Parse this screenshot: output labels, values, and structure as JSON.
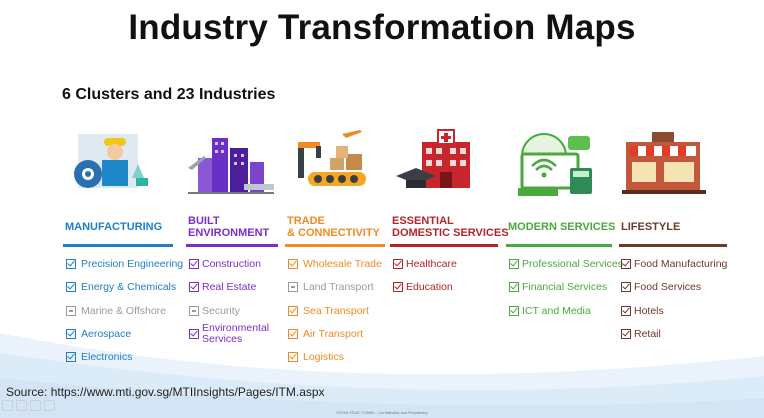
{
  "header": {
    "title": "Industry Transformation Maps",
    "subtitle": "6 Clusters and 23 Industries"
  },
  "colors": {
    "manufacturing": "#1f7ec4",
    "built": "#7b2fc9",
    "trade": "#f08a24",
    "essential": "#b2252a",
    "modern": "#4aa83f",
    "lifestyle": "#6a3a2a",
    "disabled": "#9a9a9a"
  },
  "clusters": [
    {
      "key": "manufacturing",
      "name_line1": "MANUFACTURING",
      "name_line2": "",
      "icon": "factory-worker-gear-icon",
      "items": [
        {
          "label": "Precision Engineering",
          "state": "check"
        },
        {
          "label": "Energy & Chemicals",
          "state": "check"
        },
        {
          "label": "Marine & Offshore",
          "state": "dash"
        },
        {
          "label": "Aerospace",
          "state": "check"
        },
        {
          "label": "Electronics",
          "state": "check"
        }
      ]
    },
    {
      "key": "built",
      "name_line1": "BUILT",
      "name_line2": "ENVIRONMENT",
      "icon": "city-buildings-crane-icon",
      "items": [
        {
          "label": "Construction",
          "state": "check"
        },
        {
          "label": "Real Estate",
          "state": "check"
        },
        {
          "label": "Security",
          "state": "dash"
        },
        {
          "label": "Environmental Services",
          "state": "check"
        }
      ]
    },
    {
      "key": "trade",
      "name_line1": "TRADE",
      "name_line2": "& CONNECTIVITY",
      "icon": "logistics-conveyor-plane-icon",
      "items": [
        {
          "label": "Wholesale Trade",
          "state": "check"
        },
        {
          "label": "Land Transport",
          "state": "dash"
        },
        {
          "label": "Sea Transport",
          "state": "check"
        },
        {
          "label": "Air Transport",
          "state": "check"
        },
        {
          "label": "Logistics",
          "state": "check"
        }
      ]
    },
    {
      "key": "essential",
      "name_line1": "ESSENTIAL",
      "name_line2": "DOMESTIC SERVICES",
      "icon": "hospital-graduation-cap-icon",
      "items": [
        {
          "label": "Healthcare",
          "state": "check"
        },
        {
          "label": "Education",
          "state": "check"
        }
      ]
    },
    {
      "key": "modern",
      "name_line1": "MODERN SERVICES",
      "name_line2": "",
      "icon": "globe-wifi-calculator-icon",
      "items": [
        {
          "label": "Professional Services",
          "state": "check"
        },
        {
          "label": "Financial Services",
          "state": "check"
        },
        {
          "label": "ICT and Media",
          "state": "check"
        }
      ]
    },
    {
      "key": "lifestyle",
      "name_line1": "LIFESTYLE",
      "name_line2": "",
      "icon": "shopfront-awning-icon",
      "items": [
        {
          "label": "Food Manufacturing",
          "state": "check"
        },
        {
          "label": "Food Services",
          "state": "check"
        },
        {
          "label": "Hotels",
          "state": "check"
        },
        {
          "label": "Retail",
          "state": "check"
        }
      ]
    }
  ],
  "footer": {
    "source": "Source: https://www.mti.gov.sg/MTIInsights/Pages/ITM.aspx",
    "note": "©2018 SSAC COMM – Confidential and Proprietary"
  }
}
